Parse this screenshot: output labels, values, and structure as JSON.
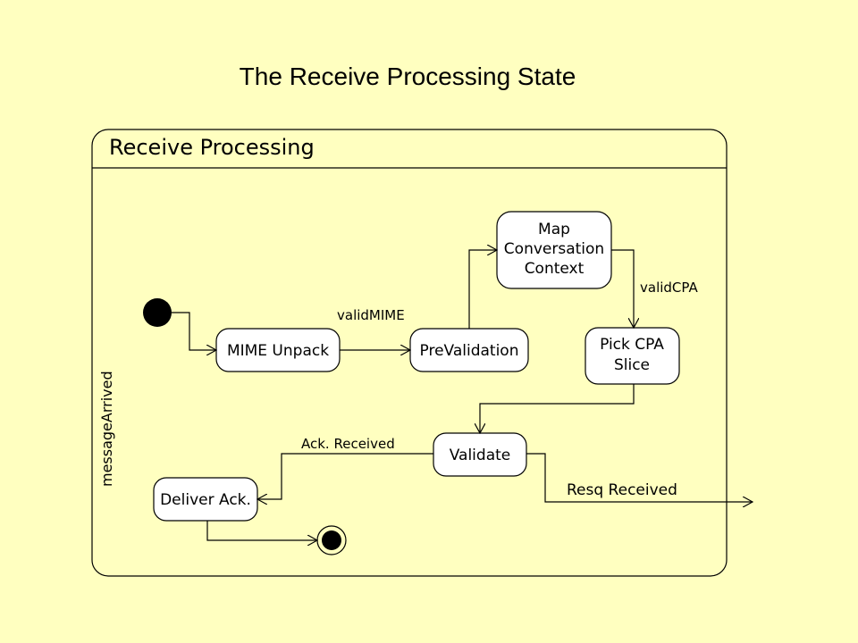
{
  "slide": {
    "title": "The Receive Processing State"
  },
  "composite_state": {
    "name": "Receive Processing",
    "side_label": "messageArrived"
  },
  "states": {
    "mime_unpack": "MIME Unpack",
    "prevalidation": "PreValidation",
    "map_context": [
      "Map",
      "Conversation",
      "Context"
    ],
    "pick_cpa": [
      "Pick CPA",
      "Slice"
    ],
    "validate": "Validate",
    "deliver_ack": "Deliver Ack."
  },
  "transitions": {
    "valid_mime": "validMIME",
    "valid_cpa": "validCPA",
    "ack_received": "Ack. Received",
    "resq_received": "Resq Received"
  },
  "colors": {
    "background": "#ffffc0",
    "state_fill": "#ffffff",
    "line": "#000000"
  }
}
